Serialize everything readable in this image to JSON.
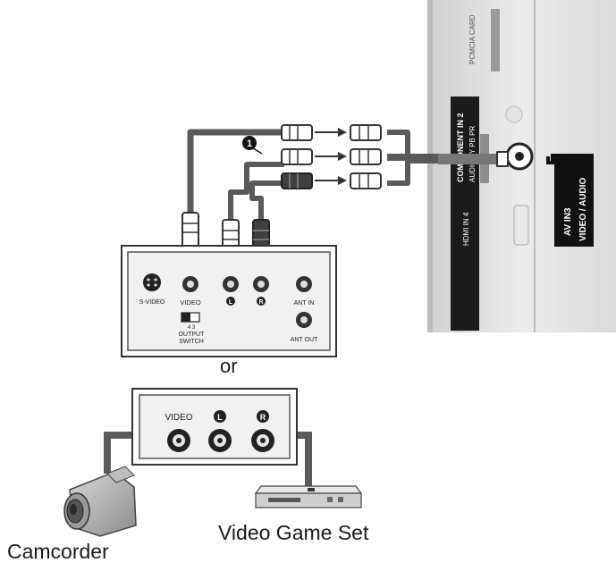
{
  "tv_panel": {
    "pcmcia_label": "PCMCIA CARD",
    "component_label": "COMPONENT IN 2",
    "component_jacks": "AUDIO / Y  PB  PR",
    "hdmi_label": "HDMI IN 4",
    "av_tag_line1": "AV IN3",
    "av_tag_line2": "VIDEO / AUDIO"
  },
  "callout_number": "1",
  "vcr_panel": {
    "svideo_label": "S-VIDEO",
    "video_label": "VIDEO",
    "left_label": "L",
    "right_label": "R",
    "ant_in_label": "ANT IN",
    "ant_out_label": "ANT OUT",
    "switch_nums": "4   3",
    "output_label_line1": "OUTPUT",
    "output_label_line2": "SWITCH"
  },
  "or_label": "or",
  "source_panel": {
    "video_label": "VIDEO",
    "left_label": "L",
    "right_label": "R"
  },
  "devices": {
    "camcorder_label": "Camcorder",
    "game_label": "Video Game Set"
  }
}
